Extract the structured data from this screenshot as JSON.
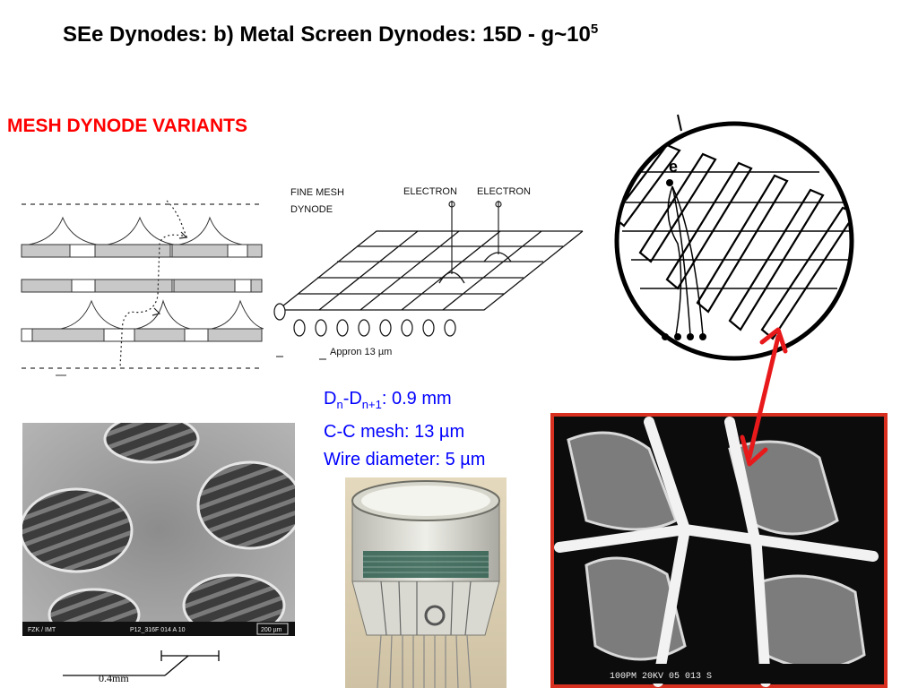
{
  "slide": {
    "title_main": "SEe Dynodes: b) Metal Screen Dynodes: 15D - g~10",
    "title_sup": "5",
    "subtitle": "MESH DYNODE VARIANTS",
    "specs": {
      "line1_d": "D",
      "line1_sub_n": "n",
      "line1_dash": "-D",
      "line1_sub_n1": "n+1",
      "line1_value": ": 0.9 mm",
      "line2": "C-C mesh: 13 µm",
      "line3": "Wire diameter: 5 µm"
    },
    "fine_mesh": {
      "label_line1": "FINE MESH",
      "label_line2": "DYNODE",
      "electron_label_1": "ELECTRON",
      "electron_label_2": "ELECTRON",
      "approx_label": "Appron 13 µm"
    },
    "closeup": {
      "electron_label": "e"
    },
    "sem_left": {
      "footer_org": "FZK / IMT",
      "footer_id": "P12_316F 014 A   10",
      "footer_scale": "200 µm"
    },
    "sem_right": {
      "footer_text": "100PM   20KV   05   013   S"
    },
    "scale_note": "0.4mm",
    "colors": {
      "subtitle": "#ff0000",
      "specs": "#0000ff",
      "arrow": "#e8191b",
      "frame": "#d83020"
    }
  }
}
